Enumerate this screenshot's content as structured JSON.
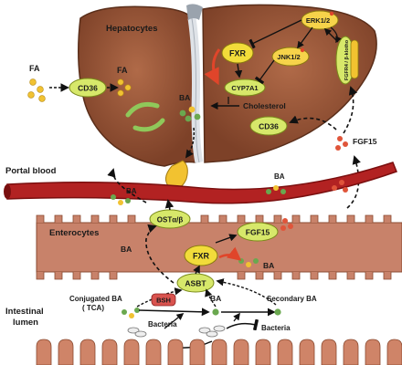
{
  "labels": {
    "hepatocytes": "Hepatocytes",
    "fa_left": "FA",
    "fa_right": "FA",
    "cd36_top": "CD36",
    "fxr_liver": "FXR",
    "cyp7a1": "CYP7A1",
    "erk": "ERK1/2",
    "jnk": "JNK1/2",
    "fgfr4": "FGFR4 / β-klotho",
    "ba_liver": "BA",
    "cholesterol": "Cholesterol",
    "cd36_liver": "CD36",
    "fgf15_liver": "FGF15",
    "portal_blood": "Portal blood",
    "ba_blood_left": "BA",
    "ba_blood_right": "BA",
    "ost": "OSTα/β",
    "enterocytes": "Enterocytes",
    "ba_ent_left": "BA",
    "fgf15_ent": "FGF15",
    "fxr_ent": "FXR",
    "ba_ent_right": "BA",
    "asbt": "ASBT",
    "intestinal": "Intestinal",
    "lumen": "lumen",
    "conjugated_ba": "Conjugated BA",
    "tca": "( TCA)",
    "bsh": "BSH",
    "ba_lumen": "BA",
    "secondary_ba": "Secondary BA",
    "bacteria_left": "Bacteria",
    "bacteria_right": "Bacteria"
  },
  "colors": {
    "liver": "#9c5a3c",
    "liver_dark": "#6e3a22",
    "blood": "#b22222",
    "blood_dark": "#7a0f0f",
    "enterocyte": "#c8826a",
    "villi": "#cf8468",
    "receptor": "#d7e86a",
    "fxr_fill": "#f2dc3a",
    "erk_fill": "#f6d34a",
    "ba_green": "#6aa84f",
    "ba_yellow": "#f1c232"
  },
  "icons": [
    "gallbladder-icon",
    "recycle-arrows-icon",
    "bile-acid-dot-icon",
    "fgf15-dot-icon",
    "bacteria-icon",
    "inhibition-arrow-icon"
  ]
}
